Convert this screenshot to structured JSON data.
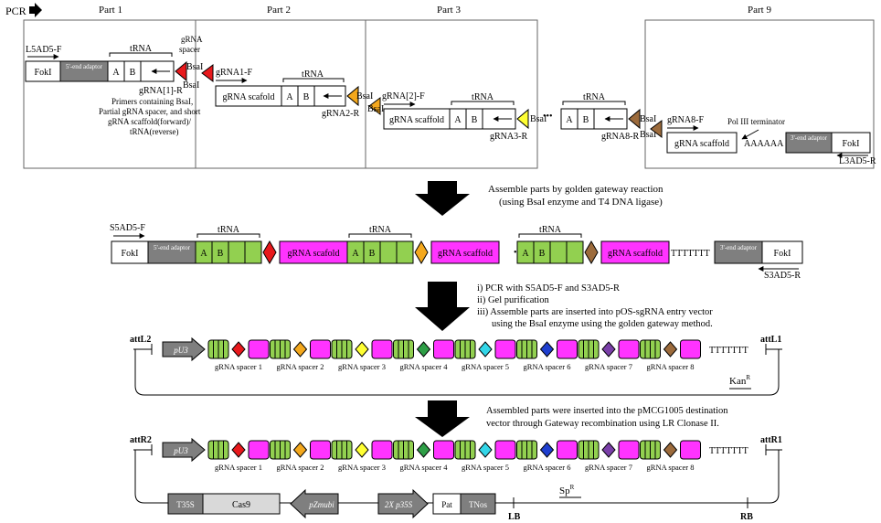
{
  "panel_pcr": {
    "pcr_label": "PCR",
    "parts": [
      "Part 1",
      "Part 2",
      "Part 3",
      "Part 9"
    ],
    "part1": {
      "primer_f": "L5AD5-F",
      "foki": "FokI",
      "adaptor": "5'-end adaptor",
      "trna": "tRNA",
      "box_a": "A",
      "box_b": "B",
      "spacer_label": "gRNA spacer",
      "bsai_top": "BsaI",
      "bsai_bottom": "BsaI",
      "primer_r": "gRNA[1]-R",
      "note_lines": [
        "Primers containing BsaI,",
        "Partial gRNA spacer, and short",
        "gRNA scaffold(forward)/",
        "tRNA(reverse)"
      ]
    },
    "part2": {
      "primer_f": "gRNA1-F",
      "scaffold": "gRNA scafold",
      "trna": "tRNA",
      "box_a": "A",
      "box_b": "B",
      "bsai_top": "BsaI",
      "bsai_bottom": "BsaI",
      "primer_r": "gRNA2-R"
    },
    "part3": {
      "primer_f": "gRNA[2]-F",
      "scaffold": "gRNA scaffold",
      "trna": "tRNA",
      "box_a": "A",
      "box_b": "B",
      "bsai": "BsaI",
      "primer_r": "gRNA3-R",
      "dots": "•••"
    },
    "part8": {
      "trna": "tRNA",
      "box_a": "A",
      "box_b": "B",
      "bsai_top": "BsaI",
      "bsai_bottom": "BsaI",
      "primer_r": "gRNA8-R"
    },
    "part9": {
      "primer_f": "gRNA8-F",
      "scaffold": "gRNA scaffold",
      "terminator_label": "Pol III terminator",
      "poly_a": "AAAAAA",
      "adaptor": "3'-end adaptor",
      "foki": "FokI",
      "primer_r": "L3AD5-R"
    }
  },
  "step1": {
    "line1": "Assemble parts by golden gateway reaction",
    "line2": "(using BsaI enzyme and T4 DNA ligase)"
  },
  "assembled": {
    "primer_f": "S5AD5-F",
    "primer_r": "S3AD5-R",
    "foki_left": "FokI",
    "adaptor_left": "5'-end adaptor",
    "trna": "tRNA",
    "box_a": "A",
    "box_b": "B",
    "scaffold": "gRNA scafold",
    "scaffold2": "gRNA scaffold",
    "dots": "•••",
    "terminator": "TTTTTTT",
    "adaptor_right": "3'-end adaptor",
    "foki_right": "FokI"
  },
  "step2": {
    "lines": [
      "i)   PCR with S5AD5-F and S3AD5-R",
      "ii)  Gel purification",
      "iii) Assemble parts are inserted into  pOS-sgRNA entry vector",
      "using the BsaI enzyme using the golden gateway method."
    ]
  },
  "entry_vector": {
    "att_left": "attL2",
    "att_right": "attL1",
    "promoter": "pU3",
    "terminator": "TTTTTTT",
    "marker": "Kan",
    "marker_sup": "R",
    "spacers": [
      "gRNA spacer 1",
      "gRNA spacer 2",
      "gRNA spacer 3",
      "gRNA spacer 4",
      "gRNA spacer 5",
      "gRNA spacer 6",
      "gRNA spacer 7",
      "gRNA spacer 8"
    ]
  },
  "step3": {
    "line1": "Assembled parts were inserted into the pMCG1005 destination",
    "line2": "vector through Gateway recombination using LR Clonase II."
  },
  "dest_vector": {
    "att_left": "attR2",
    "att_right": "attR1",
    "promoter": "pU3",
    "terminator": "TTTTTTT",
    "marker": "Sp",
    "marker_sup": "R",
    "t35s": "T35S",
    "cas9": "Cas9",
    "pzmubi": "pZmubi",
    "p35s": "2X p35S",
    "pat": "Pat",
    "tnos": "TNos",
    "lb": "LB",
    "rb": "RB",
    "spacers": [
      "gRNA spacer 1",
      "gRNA spacer 2",
      "gRNA spacer 3",
      "gRNA spacer 4",
      "gRNA spacer 5",
      "gRNA spacer 6",
      "gRNA spacer 7",
      "gRNA spacer 8"
    ]
  },
  "colors": {
    "green": "#92d050",
    "magenta": "#ff33ff",
    "gray_dark": "#7f7f7f",
    "gray_light": "#d9d9d9",
    "spacer_colors": [
      "#e8191c",
      "#f4a81d",
      "#ffff33",
      "#2e9e46",
      "#33d6e8",
      "#1f3fcf",
      "#7a3fa8",
      "#9c6b3c"
    ]
  }
}
